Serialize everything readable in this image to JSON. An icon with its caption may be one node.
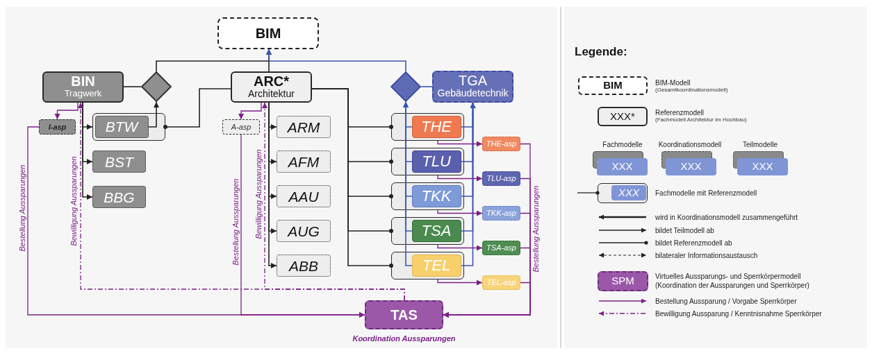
{
  "diagram": {
    "nodes": [
      {
        "text": [
          "BIM"
        ]
      },
      {
        "text": [
          "BIN",
          "Tragwerk"
        ]
      },
      {
        "text": [],
        "shape": "diamond"
      },
      {
        "text": [
          "ARC*",
          "Architektur"
        ]
      },
      {
        "text": [],
        "shape": "diamond"
      },
      {
        "text": [
          "TGA",
          "Gebäudetechnik"
        ]
      },
      {
        "text": [
          "I-asp"
        ]
      },
      {
        "text": [],
        "shape": "box"
      },
      {
        "text": [
          "BTW"
        ],
        "in": 7
      },
      {
        "text": [
          "BST"
        ]
      },
      {
        "text": [
          "BBG"
        ]
      },
      {
        "text": [
          "A-asp"
        ]
      },
      {
        "text": [
          "ARM"
        ]
      },
      {
        "text": [
          "AFM"
        ]
      },
      {
        "text": [
          "AAU"
        ]
      },
      {
        "text": [
          "AUG"
        ]
      },
      {
        "text": [
          "ABB"
        ]
      },
      {
        "text": [],
        "shape": "box"
      },
      {
        "text": [
          "THE"
        ],
        "in": 17
      },
      {
        "text": [],
        "shape": "box"
      },
      {
        "text": [
          "TLU"
        ],
        "in": 19
      },
      {
        "text": [],
        "shape": "box"
      },
      {
        "text": [
          "TKK"
        ],
        "in": 21
      },
      {
        "text": [],
        "shape": "box"
      },
      {
        "text": [
          "TSA"
        ],
        "in": 23
      },
      {
        "text": [],
        "shape": "box"
      },
      {
        "text": [
          "TEL"
        ],
        "in": 25
      },
      {
        "text": [
          "THE-asp"
        ]
      },
      {
        "text": [
          "TLU-asp"
        ]
      },
      {
        "text": [
          "TKK-asp"
        ]
      },
      {
        "text": [
          "TSA-asp"
        ]
      },
      {
        "text": [
          "TEL-asp"
        ]
      },
      {
        "text": [
          "TAS"
        ],
        "beside": [
          "Koordination Aussparungen"
        ]
      }
    ],
    "edges": [
      {
        "from": 2,
        "to": 0,
        "arrow": "to"
      },
      {
        "from": 3,
        "to": 0,
        "arrow": "to"
      },
      {
        "from": 4,
        "to": 0,
        "arrow": "to",
        "color": "#3b55b3"
      },
      {
        "from": 1,
        "to": 2,
        "arrow": "none"
      },
      {
        "from": 5,
        "to": 4,
        "arrow": "none",
        "color": "#3b55b3"
      },
      {
        "from": 8,
        "to": 2,
        "arrow": "to"
      },
      {
        "from": 1,
        "to": 7,
        "arrow": "to"
      },
      {
        "from": 1,
        "to": 9,
        "arrow": "to"
      },
      {
        "from": 1,
        "to": 10,
        "arrow": "to"
      },
      {
        "from": 3,
        "to": 7,
        "arrow": "other"
      },
      {
        "from": 3,
        "to": 12,
        "arrow": "to"
      },
      {
        "from": 3,
        "to": 13,
        "arrow": "to"
      },
      {
        "from": 3,
        "to": 14,
        "arrow": "to"
      },
      {
        "from": 3,
        "to": 15,
        "arrow": "to"
      },
      {
        "from": 3,
        "to": 16,
        "arrow": "to"
      },
      {
        "from": 3,
        "to": 17,
        "arrow": "other"
      },
      {
        "from": 3,
        "to": 19,
        "arrow": "other"
      },
      {
        "from": 3,
        "to": 21,
        "arrow": "other"
      },
      {
        "from": 3,
        "to": 23,
        "arrow": "other"
      },
      {
        "from": 3,
        "to": 25,
        "arrow": "other"
      },
      {
        "from": 18,
        "to": 4,
        "arrow": "to",
        "color": "#3b55b3"
      },
      {
        "from": 20,
        "to": 4,
        "arrow": "to",
        "color": "#3b55b3"
      },
      {
        "from": 22,
        "to": 4,
        "arrow": "to",
        "color": "#3b55b3"
      },
      {
        "from": 24,
        "to": 4,
        "arrow": "to",
        "color": "#3b55b3"
      },
      {
        "from": 26,
        "to": 4,
        "arrow": "to",
        "color": "#3b55b3"
      },
      {
        "from": 18,
        "to": 5,
        "arrow": "to",
        "color": "#3b55b3"
      },
      {
        "from": 20,
        "to": 5,
        "arrow": "to",
        "color": "#3b55b3"
      },
      {
        "from": 22,
        "to": 5,
        "arrow": "to",
        "color": "#3b55b3"
      },
      {
        "from": 24,
        "to": 5,
        "arrow": "to",
        "color": "#3b55b3"
      },
      {
        "from": 26,
        "to": 5,
        "arrow": "to",
        "color": "#3b55b3"
      },
      {
        "from": 1,
        "to": 6,
        "arrow": "to",
        "color": "#7d1e88"
      },
      {
        "from": 3,
        "to": 11,
        "arrow": "to",
        "color": "#7d1e88"
      },
      {
        "from": 17,
        "to": 27,
        "arrow": "to",
        "color": "#7d1e88"
      },
      {
        "from": 19,
        "to": 28,
        "arrow": "to",
        "color": "#7d1e88"
      },
      {
        "from": 21,
        "to": 29,
        "arrow": "to",
        "color": "#7d1e88"
      },
      {
        "from": 23,
        "to": 30,
        "arrow": "to",
        "color": "#7d1e88"
      },
      {
        "from": 25,
        "to": 31,
        "arrow": "to",
        "color": "#7d1e88"
      },
      {
        "from": 6,
        "to": 32,
        "arrow": "to",
        "color": "#7d1e88",
        "label": "Bestellung Aussparungen"
      },
      {
        "from": 11,
        "to": 32,
        "arrow": "to",
        "color": "#7d1e88",
        "label": "Bestellung Aussparungen"
      },
      {
        "from": 27,
        "to": 32,
        "arrow": "to",
        "color": "#7d1e88",
        "label": "Bestellung Aussparungen"
      },
      {
        "from": 28,
        "to": 32,
        "arrow": "to",
        "color": "#7d1e88"
      },
      {
        "from": 29,
        "to": 32,
        "arrow": "to",
        "color": "#7d1e88"
      },
      {
        "from": 30,
        "to": 32,
        "arrow": "to",
        "color": "#7d1e88"
      },
      {
        "from": 31,
        "to": 32,
        "arrow": "to",
        "color": "#7d1e88"
      },
      {
        "from": 32,
        "to": 1,
        "arrow": "to",
        "color": "#7d1e88",
        "style": "dashed",
        "label": "Bewilligung Aussparungen"
      },
      {
        "from": 32,
        "to": 3,
        "arrow": "to",
        "color": "#7d1e88",
        "style": "dashed",
        "label": "Bewilligung Aussparungen"
      }
    ],
    "labels": [
      "Legende:",
      "BIM",
      "(Gesamtkoordinationsmodell)",
      "XXX*",
      "(Fachmodell Architektur im Hochbau)",
      "XXX",
      "XXX",
      "XXX",
      "XXX",
      "SPM"
    ],
    "legend": [
      {
        "text": "BIM-Modell"
      },
      {
        "text": "Referenzmodell"
      },
      {
        "text": "Fachmodelle"
      },
      {
        "text": "Koordinationsmodell"
      },
      {
        "text": "Teilmodelle"
      },
      {
        "text": "Fachmodelle mit Referenzmodell"
      },
      {
        "text": "wird in Koordinationsmodell zusammengeführt"
      },
      {
        "text": "bildet Teilmodell ab"
      },
      {
        "text": "bildet Referenzmodell ab"
      },
      {
        "text": "bilateraler Informationsaustausch"
      },
      {
        "text": "Virtuelles Aussparungs- und Sperrkörpermodell (Koordination der Aussparungen und Sperrkörper)"
      },
      {
        "text": "Bestellung Aussparung / Vorgabe Sperrkörper"
      },
      {
        "text": "Bewilligung Aussparung / Kenntnisnahme Sperrkörper"
      }
    ]
  }
}
